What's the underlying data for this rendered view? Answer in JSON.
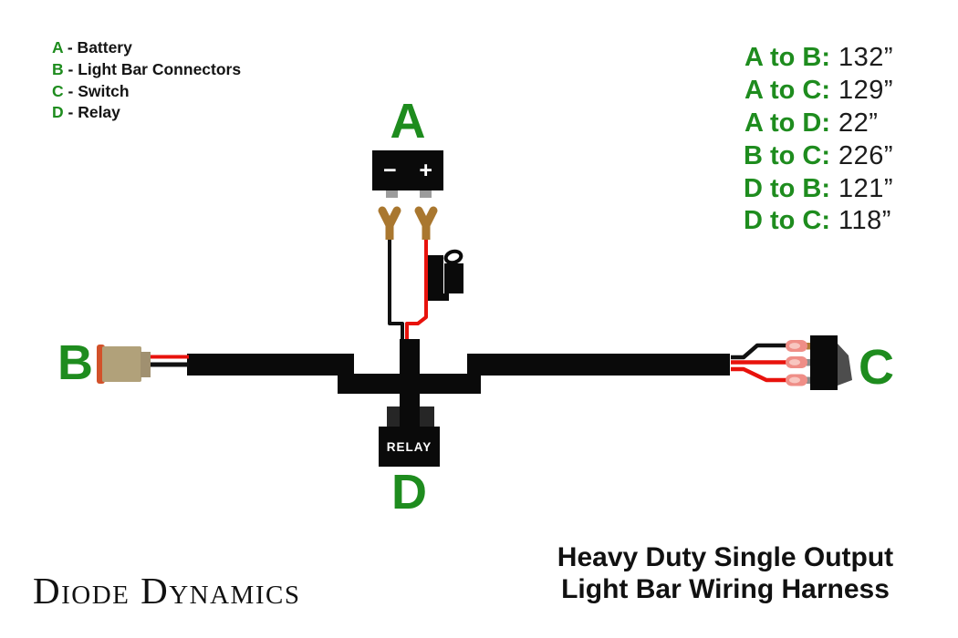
{
  "legend": {
    "items": [
      {
        "key": "A",
        "rest": " - Battery"
      },
      {
        "key": "B",
        "rest": " - Light Bar Connectors"
      },
      {
        "key": "C",
        "rest": " - Switch"
      },
      {
        "key": "D",
        "rest": " - Relay"
      }
    ]
  },
  "measurements": [
    {
      "label": "A to B:",
      "value": "132”"
    },
    {
      "label": "A to C:",
      "value": "129”"
    },
    {
      "label": "A to D:",
      "value": "22”"
    },
    {
      "label": "B to C:",
      "value": "226”"
    },
    {
      "label": "D to B:",
      "value": "121”"
    },
    {
      "label": "D to C:",
      "value": "118”"
    }
  ],
  "diagram": {
    "battery": {
      "label": "A",
      "minus": "−",
      "plus": "+"
    },
    "light_bar_connector": {
      "label": "B"
    },
    "switch": {
      "label": "C"
    },
    "relay": {
      "label": "D",
      "text": "RELAY"
    }
  },
  "footer": {
    "brand": "Diode Dynamics",
    "title_line1": "Heavy Duty Single Output",
    "title_line2": "Light Bar Wiring Harness"
  },
  "colors": {
    "accent_green": "#1e8c1e",
    "wire_red": "#e8120c",
    "harness_black": "#0a0a0a",
    "connector_tan": "#b1a17a",
    "connector_ring_orange": "#d2512a",
    "fork_copper": "#a9772f",
    "terminal_pink": "#ef8e87",
    "terminal_pink_inner": "#f8c6c0",
    "battery_terminal_gray": "#9c9c9c",
    "switch_actuator_gray": "#4d4d4d"
  }
}
